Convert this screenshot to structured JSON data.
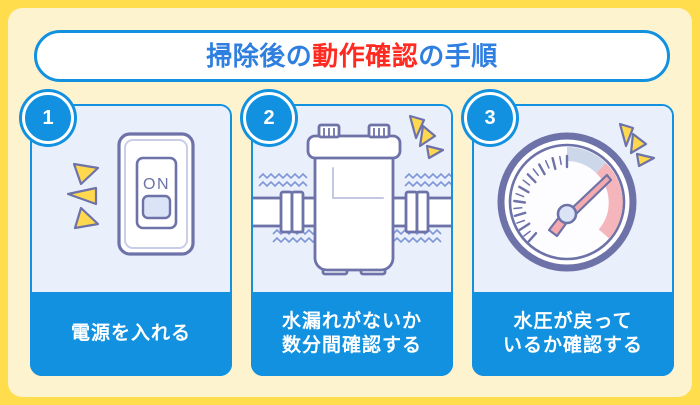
{
  "title": {
    "segment_blue_1": "掃除後の",
    "segment_red": "動作確認",
    "segment_blue_2": "の手順",
    "full_text": "掃除後の動作確認の手順"
  },
  "colors": {
    "frame_border": "#ffdd4d",
    "page_background": "#fdf3cf",
    "accent_blue": "#1191e0",
    "title_blue": "#2f7fe0",
    "title_red": "#ff2a20",
    "card_art_background": "#e9effb",
    "line_slate": "#6d72a8",
    "sparkle_yellow": "#ffd84d",
    "gauge_pink": "#f4b6bb",
    "gauge_grayblue": "#ccd7ea"
  },
  "cards": [
    {
      "number": "1",
      "icon": "light-switch-icon",
      "switch_label": "ON",
      "caption_line1": "電源を入れる",
      "caption_line2": ""
    },
    {
      "number": "2",
      "icon": "water-meter-icon",
      "caption_line1": "水漏れがないか",
      "caption_line2": "数分間確認する"
    },
    {
      "number": "3",
      "icon": "pressure-gauge-icon",
      "caption_line1": "水圧が戻って",
      "caption_line2": "いるか確認する"
    }
  ]
}
